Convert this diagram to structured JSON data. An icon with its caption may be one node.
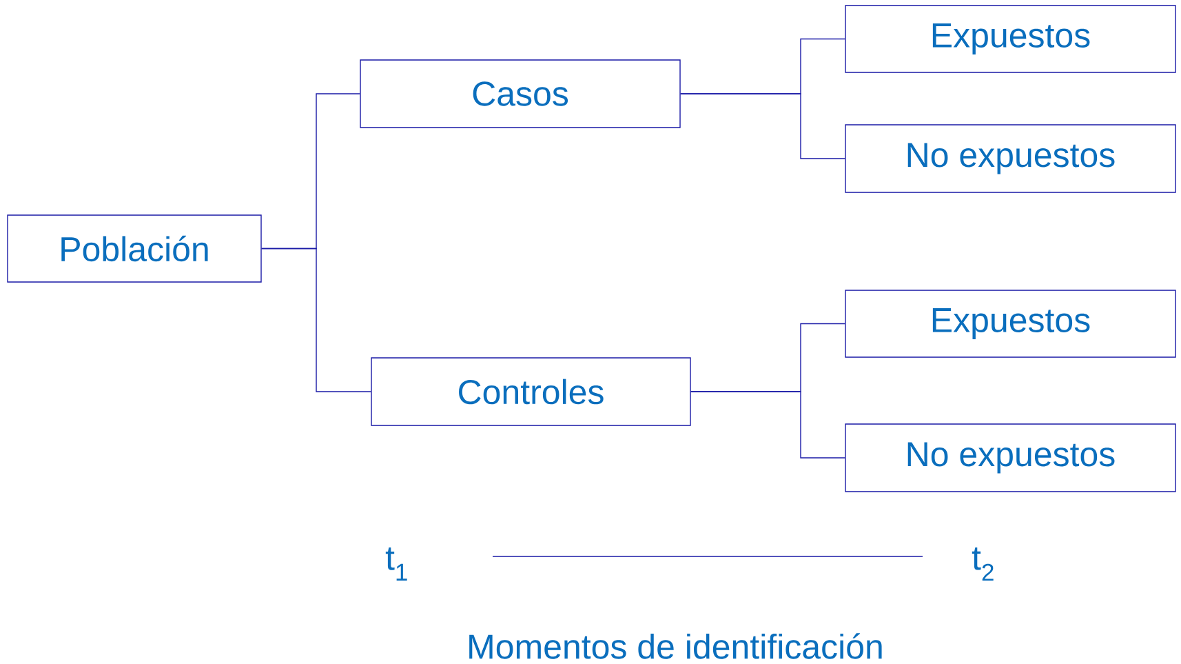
{
  "diagram": {
    "caption": "Momentos de identificación",
    "nodes": [
      {
        "text": [
          "Población"
        ]
      },
      {
        "text": [
          "Casos"
        ]
      },
      {
        "text": [
          "Controles"
        ]
      },
      {
        "text": [
          "Expuestos"
        ]
      },
      {
        "text": [
          "No expuestos"
        ]
      },
      {
        "text": [
          "Expuestos"
        ]
      },
      {
        "text": [
          "No expuestos"
        ]
      }
    ],
    "edges": [
      {
        "from": 0,
        "to": 1,
        "arrow": "none"
      },
      {
        "from": 0,
        "to": 2,
        "arrow": "none"
      },
      {
        "from": 1,
        "to": 3,
        "arrow": "none"
      },
      {
        "from": 1,
        "to": 4,
        "arrow": "none"
      },
      {
        "from": 2,
        "to": 5,
        "arrow": "none"
      },
      {
        "from": 2,
        "to": 6,
        "arrow": "none"
      }
    ],
    "labels": [
      "t$_{1}$",
      "t$_{2}$"
    ]
  }
}
